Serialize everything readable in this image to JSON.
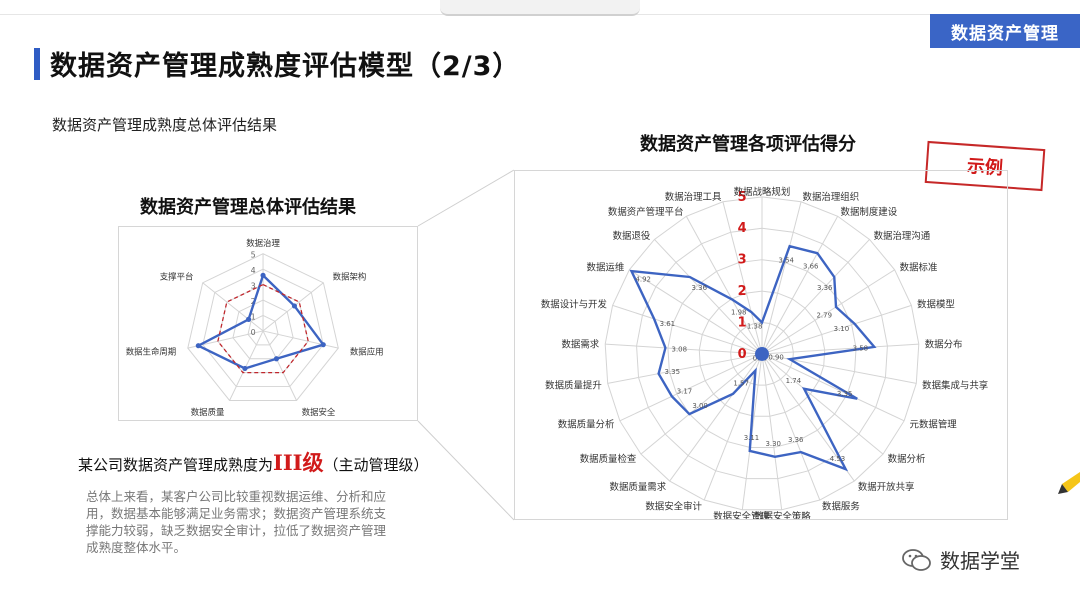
{
  "header": {
    "badge": "数据资产管理",
    "title": "数据资产管理成熟度评估模型（2/3）",
    "subtitle": "数据资产管理成熟度总体评估结果"
  },
  "overall": {
    "title": "数据资产管理总体评估结果",
    "maturity_prefix": "某公司数据资产管理成熟度为",
    "maturity_level": "III级",
    "maturity_suffix": "（主动管理级）",
    "summary": "总体上来看，某客户公司比较重视数据运维、分析和应用，数据基本能够满足业务需求；数据资产管理系统支撑能力较弱，缺乏数据安全审计，拉低了数据资产管理成熟度整体水平。"
  },
  "detail": {
    "title": "数据资产管理各项评估得分",
    "stamp": "示例"
  },
  "watermark": {
    "text": "数据学堂",
    "icon": "wechat-icon"
  },
  "colors": {
    "accent": "#3a65c6",
    "series": "#3d64c2",
    "reference": "#c0262c"
  },
  "chart_data": [
    {
      "type": "radar",
      "title": "数据资产管理总体评估结果",
      "categories": [
        "数据治理",
        "数据架构",
        "数据应用",
        "数据安全",
        "数据质量",
        "数据生命周期",
        "支撑平台"
      ],
      "ticks": [
        "0",
        "1",
        "2",
        "3",
        "4",
        "5"
      ],
      "rmax": 5,
      "series": [
        {
          "values": [
            3.6,
            2.6,
            4.0,
            2.0,
            2.7,
            4.3,
            1.2
          ],
          "style": "solid"
        },
        {
          "values": [
            3.0,
            3.0,
            3.0,
            3.0,
            3.0,
            3.0,
            3.0
          ],
          "style": "dashed"
        }
      ]
    },
    {
      "type": "radar",
      "title": "数据资产管理各项评估得分",
      "categories": [
        "数据战略规划",
        "数据治理组织",
        "数据制度建设",
        "数据治理沟通",
        "数据标准",
        "数据模型",
        "数据分布",
        "数据集成与共享",
        "元数据管理",
        "数据分析",
        "数据开放共享",
        "数据服务",
        "数据安全策略",
        "数据安全管理",
        "数据安全审计",
        "数据质量需求",
        "数据质量检查",
        "数据质量分析",
        "数据质量提升",
        "数据需求",
        "数据设计与开发",
        "数据运维",
        "数据退役",
        "数据资产管理平台",
        "数据治理工具"
      ],
      "ticks": [
        "0",
        "1",
        "2",
        "3",
        "4",
        "5"
      ],
      "rmax": 5,
      "value_labels": [
        "",
        "3.54",
        "3.66",
        "3.36",
        "2.79",
        "3.10",
        "3.58",
        "0.90",
        "3.35",
        "1.74",
        "4.53",
        "3.36",
        "3.30",
        "3.11",
        "0.57",
        "1.57",
        "3.00",
        "3.17",
        "3.35",
        "3.08",
        "3.61",
        "4.92",
        "3.36",
        "1.98",
        "1.38"
      ],
      "series": [
        {
          "values": [
            1,
            3.54,
            3.66,
            3.36,
            2.79,
            3.1,
            3.58,
            0.9,
            3.35,
            1.74,
            4.53,
            3.36,
            3.3,
            3.11,
            0.57,
            1.57,
            3.0,
            3.17,
            3.35,
            3.08,
            3.61,
            4.92,
            3.36,
            1.98,
            1.38
          ],
          "style": "solid"
        }
      ]
    }
  ]
}
